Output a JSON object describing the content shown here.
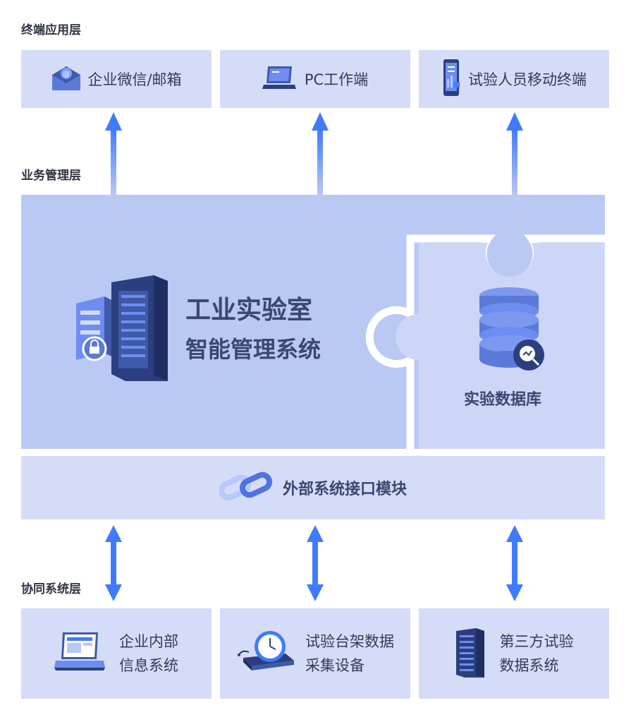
{
  "layers": {
    "terminal": "终端应用层",
    "business": "业务管理层",
    "collab": "协同系统层"
  },
  "terminal_cards": [
    {
      "label": "企业微信/邮箱",
      "icon": "email-icon"
    },
    {
      "label": "PC工作端",
      "icon": "laptop-icon"
    },
    {
      "label": "试验人员移动终端",
      "icon": "mobile-icon"
    }
  ],
  "core": {
    "title_line1": "工业实验室",
    "title_line2": "智能管理系统",
    "database": "实验数据库"
  },
  "interface": {
    "label": "外部系统接口模块"
  },
  "collab_cards": [
    {
      "line1": "企业内部",
      "line2": "信息系统",
      "icon": "laptop-browser-icon"
    },
    {
      "line1": "试验台架数据",
      "line2": "采集设备",
      "icon": "clock-device-icon"
    },
    {
      "line1": "第三方试验",
      "line2": "数据系统",
      "icon": "server-icon"
    }
  ],
  "colors": {
    "card": "#d5dcf7",
    "core": "#bac8f4",
    "arrow": "#3f7bff",
    "title": "#3b4671"
  }
}
